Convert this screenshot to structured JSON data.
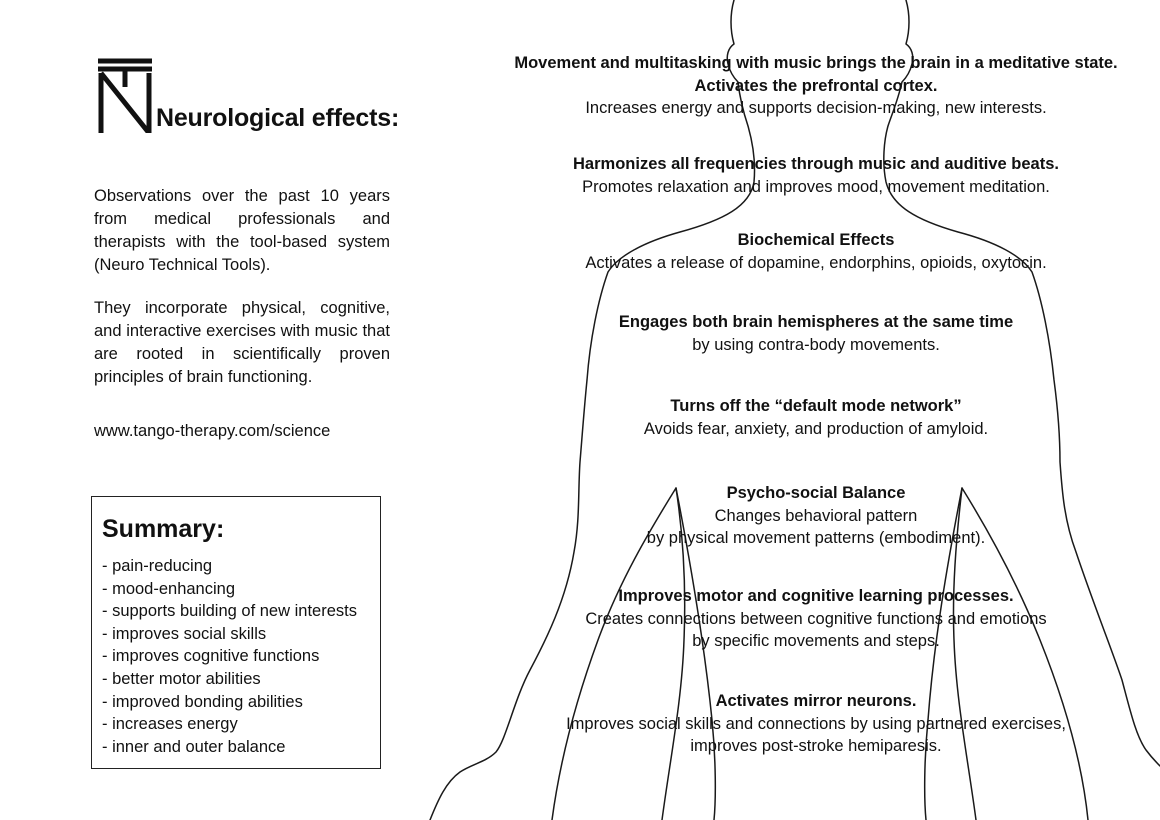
{
  "header": {
    "logo_icon": "tt-monogram-icon",
    "title": "Neurological effects:"
  },
  "intro": {
    "paragraph_1": "Observations over the past 10 years from medical professionals and therapists with the tool-based system (Neuro Technical Tools).",
    "paragraph_2": "They incorporate physical, cognitive, and interactive exercises with music that are rooted in scientifically proven principles of brain functioning.",
    "website": "www.tango-therapy.com/science"
  },
  "summary": {
    "title": "Summary:",
    "items": [
      "- pain-reducing",
      "- mood-enhancing",
      "- supports building of new interests",
      "- improves social skills",
      "- improves cognitive functions",
      "- better motor abilities",
      "- improved bonding abilities",
      "- increases energy",
      "- inner and outer balance"
    ]
  },
  "effects": [
    {
      "title": "Movement and multitasking with music brings the brain in a meditative state.",
      "title_2": "Activates the prefrontal cortex.",
      "lines": [
        "Increases energy and supports decision-making, new interests."
      ]
    },
    {
      "title": "Harmonizes all frequencies through music and auditive beats.",
      "lines": [
        "Promotes relaxation and improves mood, movement meditation."
      ]
    },
    {
      "title": "Biochemical Effects",
      "lines": [
        "Activates a release of dopamine, endorphins, opioids, oxytocin."
      ]
    },
    {
      "title": "Engages both brain hemispheres at the same time",
      "lines": [
        "by using contra-body movements."
      ]
    },
    {
      "title": "Turns off the “default mode network”",
      "lines": [
        "Avoids fear, anxiety, and production of amyloid."
      ]
    },
    {
      "title": "Psycho-social Balance",
      "lines": [
        "Changes behavioral pattern",
        "by physical movement patterns (embodiment)."
      ]
    },
    {
      "title": "Improves motor and cognitive learning processes.",
      "lines": [
        "Creates connections between cognitive functions and emotions",
        "by specific movements and steps."
      ]
    },
    {
      "title": "Activates mirror neurons.",
      "lines": [
        "Improves social skills and connections by using partnered exercises,",
        "improves post-stroke hemiparesis."
      ]
    }
  ],
  "decoration": {
    "silhouette_icon": "human-body-outline-icon",
    "stroke_color": "#1a1a1a"
  }
}
